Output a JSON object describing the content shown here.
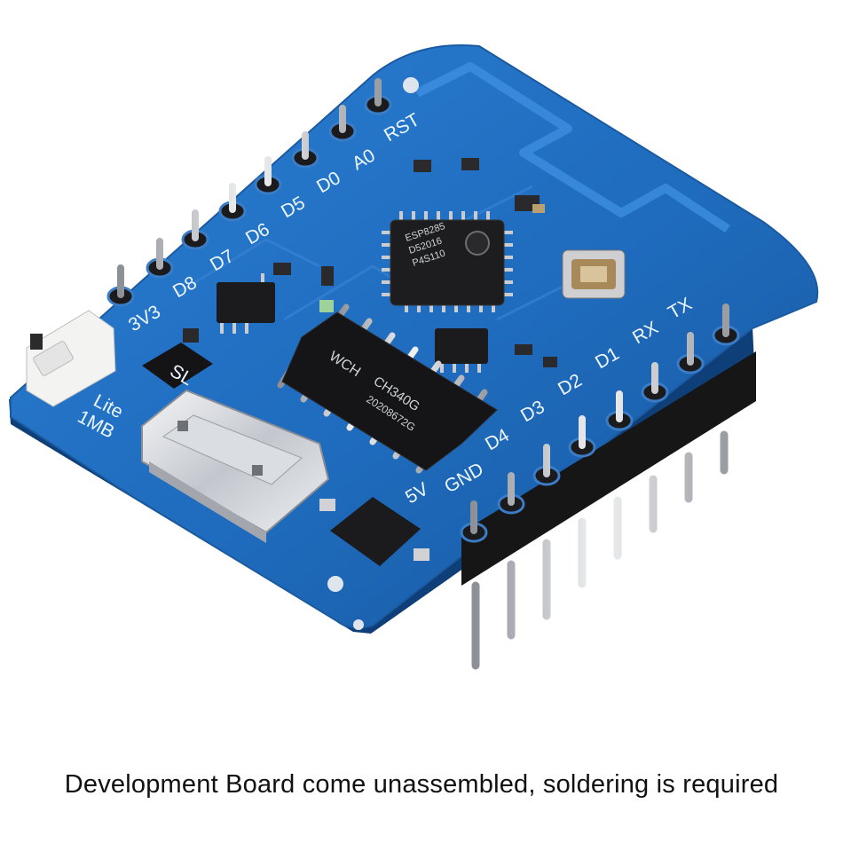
{
  "caption": "Development Board come unassembled, soldering is required",
  "board": {
    "pin_labels": {
      "rst": "RST",
      "a0": "A0",
      "d0": "D0",
      "d5": "D5",
      "d6": "D6",
      "d7": "D7",
      "d8": "D8",
      "v33": "3V3",
      "tx": "TX",
      "rx": "RX",
      "d1": "D1",
      "d2": "D2",
      "d3": "D3",
      "d4": "D4",
      "gnd": "GND",
      "v5": "5V"
    },
    "board_text": {
      "lite": "Lite",
      "mb": "1MB",
      "sl": "SL"
    },
    "chips": {
      "esp_line1": "ESP8285",
      "esp_line2": "D52016",
      "esp_line3": "P4S110",
      "ch_logo": "WCH",
      "ch_name": "CH340G",
      "ch_code": "20208672G"
    }
  },
  "colors": {
    "pcb": "#1f6bbd",
    "pcb_dark": "#134a8e",
    "pin": "#c9ccd0",
    "header": "#151515"
  }
}
